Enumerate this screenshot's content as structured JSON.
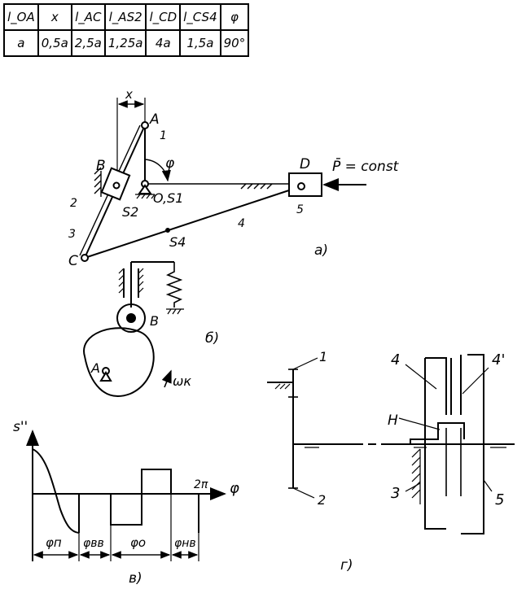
{
  "table": {
    "headers": [
      "l_OA",
      "x",
      "l_AC",
      "l_AS2",
      "l_CD",
      "l_CS4",
      "φ"
    ],
    "values": [
      "a",
      "0,5a",
      "2,5a",
      "1,25a",
      "4a",
      "1,5a",
      "90°"
    ]
  },
  "mechanism": {
    "x_label": "x",
    "A": "A",
    "B": "B",
    "C": "C",
    "D": "D",
    "S2": "S2",
    "S4": "S4",
    "O_S1": "O,S1",
    "phi": "φ",
    "link1": "1",
    "link2": "2",
    "link3": "3",
    "link4": "4",
    "link5": "5",
    "force": "P̄ = const",
    "caption": "a)"
  },
  "cam": {
    "A": "A",
    "B": "B",
    "omega": "ωк",
    "caption": "б)"
  },
  "plot": {
    "ylabel": "s''",
    "xlabel": "φ",
    "two_pi": "2π",
    "phases": [
      "φп",
      "φвв",
      "φо",
      "φнв"
    ],
    "caption": "в)"
  },
  "gear": {
    "labels": [
      "1",
      "2",
      "3",
      "4",
      "4'",
      "5",
      "H"
    ],
    "caption": "г)"
  }
}
